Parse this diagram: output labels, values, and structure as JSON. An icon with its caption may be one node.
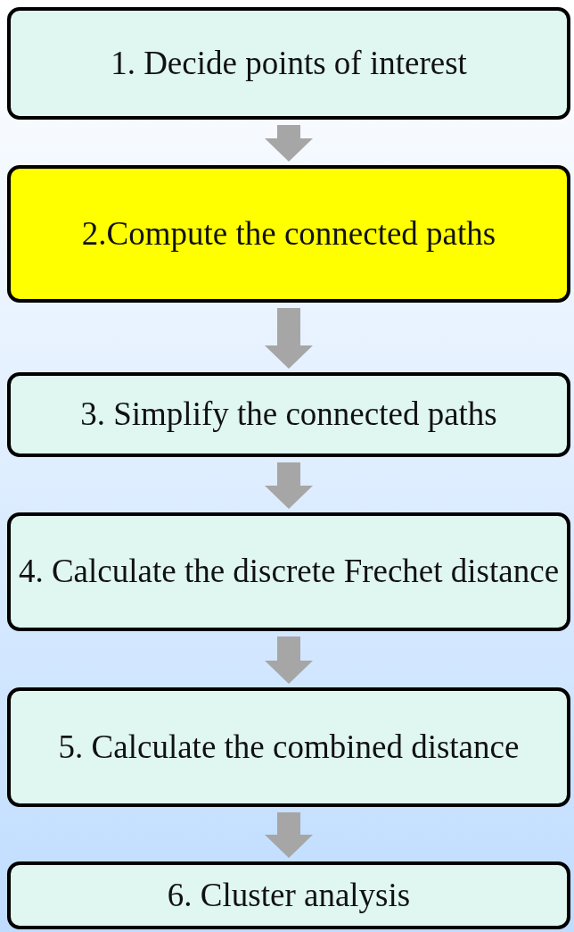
{
  "diagram": {
    "nodes": [
      {
        "text": [
          "1. Decide points of interest"
        ]
      },
      {
        "text": [
          "2.Compute the connected paths"
        ]
      },
      {
        "text": [
          "3. Simplify the connected paths"
        ]
      },
      {
        "text": [
          "4. Calculate the discrete Frechet distance"
        ]
      },
      {
        "text": [
          "5. Calculate the combined distance"
        ]
      },
      {
        "text": [
          "6. Cluster analysis"
        ]
      }
    ],
    "edges": [
      {
        "from": 0,
        "to": 1,
        "arrow": "to"
      },
      {
        "from": 1,
        "to": 2,
        "arrow": "to"
      },
      {
        "from": 2,
        "to": 3,
        "arrow": "to"
      },
      {
        "from": 3,
        "to": 4,
        "arrow": "to"
      },
      {
        "from": 4,
        "to": 5,
        "arrow": "to"
      }
    ]
  }
}
